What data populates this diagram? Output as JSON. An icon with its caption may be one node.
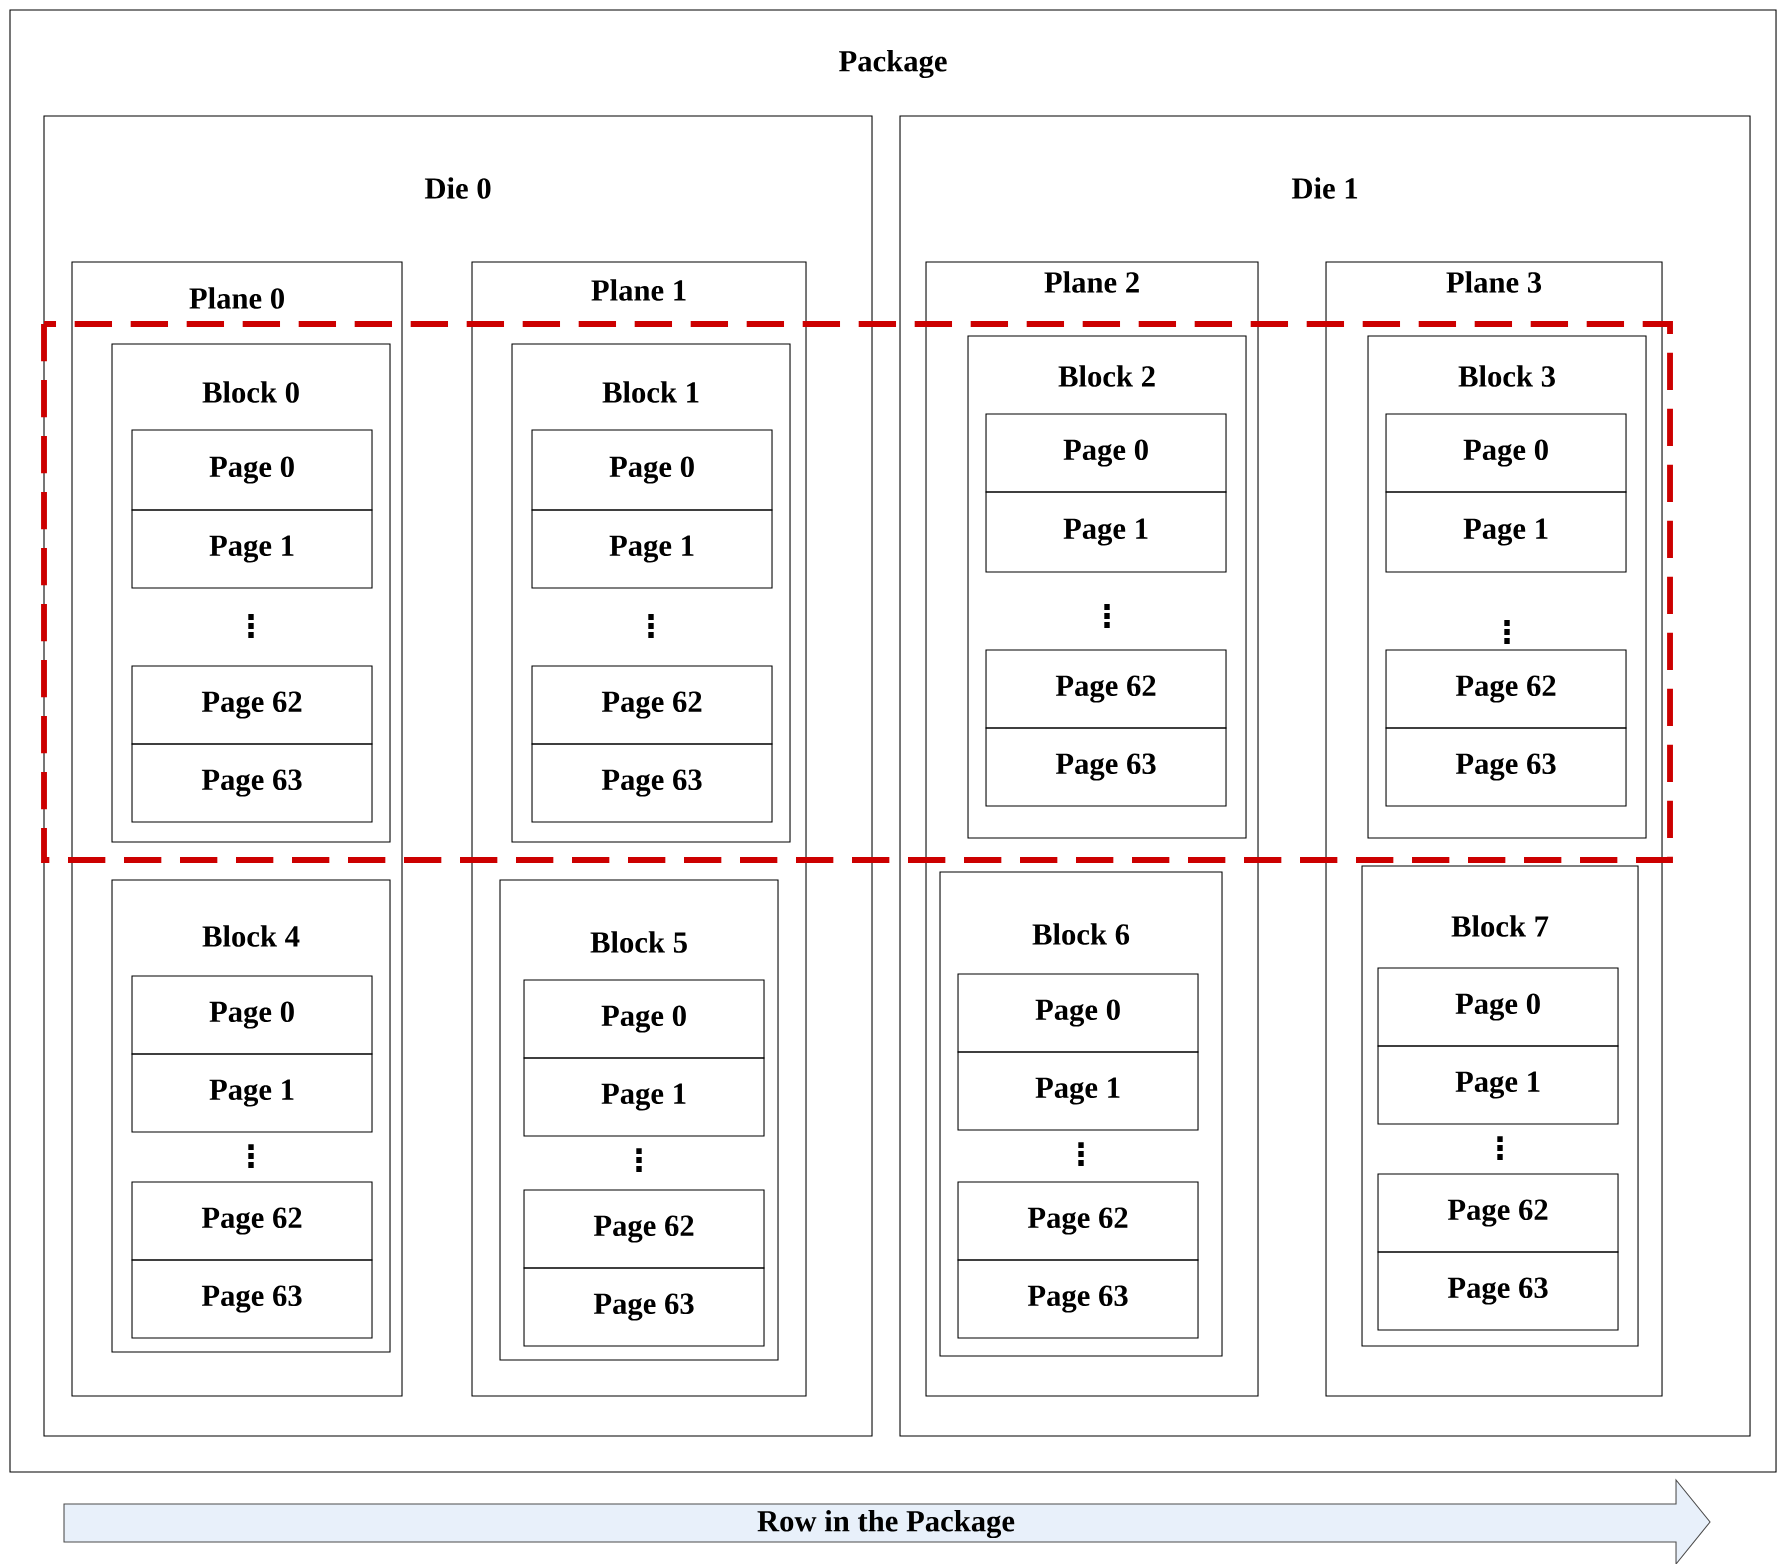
{
  "diagram": {
    "nodes": [
      {
        "text": [
          "Package"
        ]
      },
      {
        "text": [
          "Die 0"
        ],
        "in": 0
      },
      {
        "text": [
          "Die 1"
        ],
        "in": 0
      },
      {
        "text": [
          "Plane 0"
        ],
        "in": 1
      },
      {
        "text": [
          "Plane 1"
        ],
        "in": 1
      },
      {
        "text": [
          "Plane 2"
        ],
        "in": 2
      },
      {
        "text": [
          "Plane 3"
        ],
        "in": 2
      },
      {
        "text": [
          "Block 0",
          "⋮"
        ],
        "in": 3
      },
      {
        "text": [
          "Page 0"
        ],
        "in": 7
      },
      {
        "text": [
          "Page 1"
        ],
        "in": 7
      },
      {
        "text": [
          "Page 62"
        ],
        "in": 7
      },
      {
        "text": [
          "Page 63"
        ],
        "in": 7
      },
      {
        "text": [
          "Block 1",
          "⋮"
        ],
        "in": 4
      },
      {
        "text": [
          "Page 0"
        ],
        "in": 12
      },
      {
        "text": [
          "Page 1"
        ],
        "in": 12
      },
      {
        "text": [
          "Page 62"
        ],
        "in": 12
      },
      {
        "text": [
          "Page 63"
        ],
        "in": 12
      },
      {
        "text": [
          "Block 2",
          "⋮"
        ],
        "in": 5
      },
      {
        "text": [
          "Page 0"
        ],
        "in": 17
      },
      {
        "text": [
          "Page 1"
        ],
        "in": 17
      },
      {
        "text": [
          "Page 62"
        ],
        "in": 17
      },
      {
        "text": [
          "Page 63"
        ],
        "in": 17
      },
      {
        "text": [
          "Block 3",
          "⋮"
        ],
        "in": 6
      },
      {
        "text": [
          "Page 0"
        ],
        "in": 22
      },
      {
        "text": [
          "Page 1"
        ],
        "in": 22
      },
      {
        "text": [
          "Page 62"
        ],
        "in": 22
      },
      {
        "text": [
          "Page 63"
        ],
        "in": 22
      },
      {
        "text": [
          "Block 4",
          "⋮"
        ],
        "in": 3
      },
      {
        "text": [
          "Page 0"
        ],
        "in": 27
      },
      {
        "text": [
          "Page 1"
        ],
        "in": 27
      },
      {
        "text": [
          "Page 62"
        ],
        "in": 27
      },
      {
        "text": [
          "Page 63"
        ],
        "in": 27
      },
      {
        "text": [
          "Block 5",
          "⋮"
        ],
        "in": 4
      },
      {
        "text": [
          "Page 0"
        ],
        "in": 32
      },
      {
        "text": [
          "Page 1"
        ],
        "in": 32
      },
      {
        "text": [
          "Page 62"
        ],
        "in": 32
      },
      {
        "text": [
          "Page 63"
        ],
        "in": 32
      },
      {
        "text": [
          "Block 6",
          "⋮"
        ],
        "in": 5
      },
      {
        "text": [
          "Page 0"
        ],
        "in": 37
      },
      {
        "text": [
          "Page 1"
        ],
        "in": 37
      },
      {
        "text": [
          "Page 62"
        ],
        "in": 37
      },
      {
        "text": [
          "Page 63"
        ],
        "in": 37
      },
      {
        "text": [
          "Block 7",
          "⋮"
        ],
        "in": 6
      },
      {
        "text": [
          "Page 0"
        ],
        "in": 42
      },
      {
        "text": [
          "Page 1"
        ],
        "in": 42
      },
      {
        "text": [
          "Page 62"
        ],
        "in": 42
      },
      {
        "text": [
          "Page 63"
        ],
        "in": 42
      },
      {
        "text": [
          "Row in the Package"
        ]
      }
    ]
  }
}
